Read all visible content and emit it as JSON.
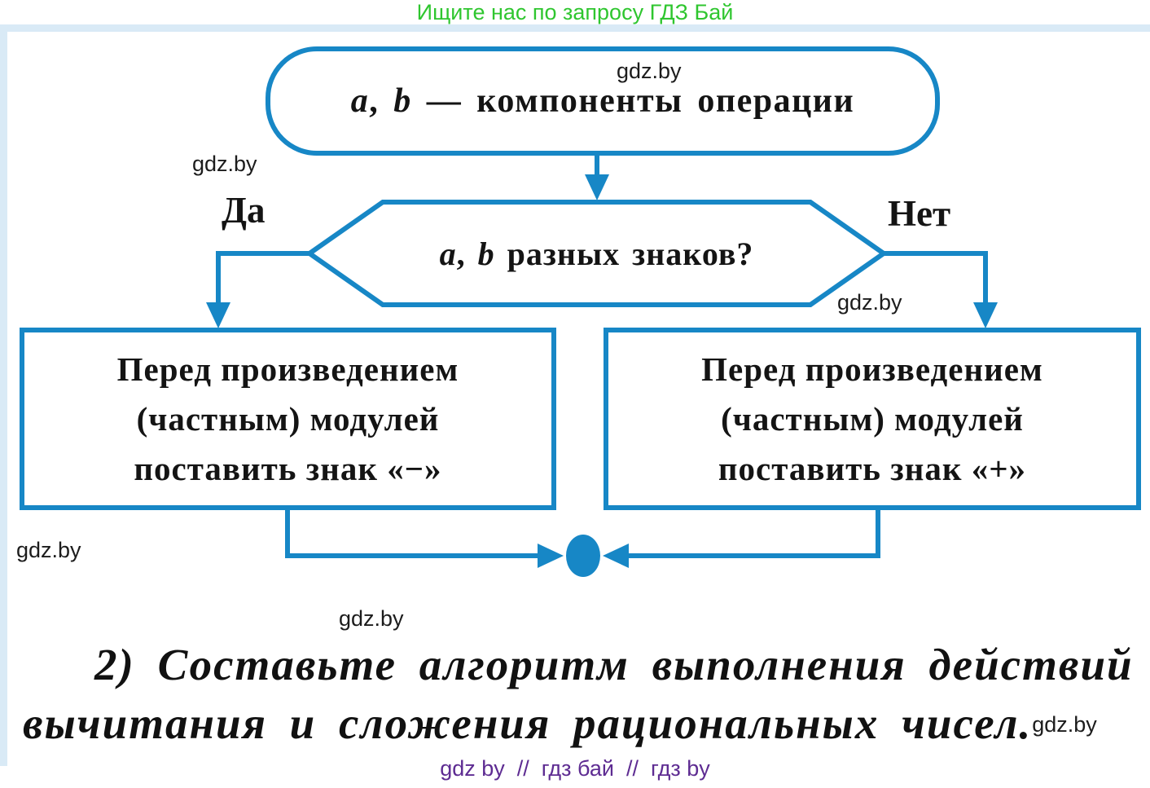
{
  "colors": {
    "accent_blue": "#1787c6",
    "frame_light_blue": "#d9eaf6",
    "promo_green": "#2fc62f",
    "footer_purple": "#5e2c92",
    "text_black": "#141414"
  },
  "header": {
    "promo": "Ищите нас по запросу ГДЗ Бай"
  },
  "watermarks": {
    "terminator": "gdz.by",
    "left_of_decision": "gdz.by",
    "right_of_decision": "gdz.by",
    "bottom_left": "gdz.by",
    "middle": "gdz.by",
    "task_end": "gdz.by"
  },
  "flowchart": {
    "start": {
      "var1": "a",
      "sep": ", ",
      "var2": "b",
      "rest": " — компоненты операции"
    },
    "decision": {
      "var1": "a",
      "sep": ", ",
      "var2": "b",
      "rest": " разных знаков?"
    },
    "branch_yes": "Да",
    "branch_no": "Нет",
    "box_yes": {
      "line1": "Перед произведением",
      "line2": "(частным) модулей",
      "line3": "поставить знак «−»"
    },
    "box_no": {
      "line1": "Перед произведением",
      "line2": "(частным) модулей",
      "line3": "поставить знак «+»"
    }
  },
  "task": {
    "line1": "2) Составьте алгоритм выполнения действий",
    "line2": "вычитания и сложения рациональных чисел.",
    "watermark": "gdz.by"
  },
  "footer": {
    "text": "gdz by  //  гдз бай  //  гдз by"
  }
}
